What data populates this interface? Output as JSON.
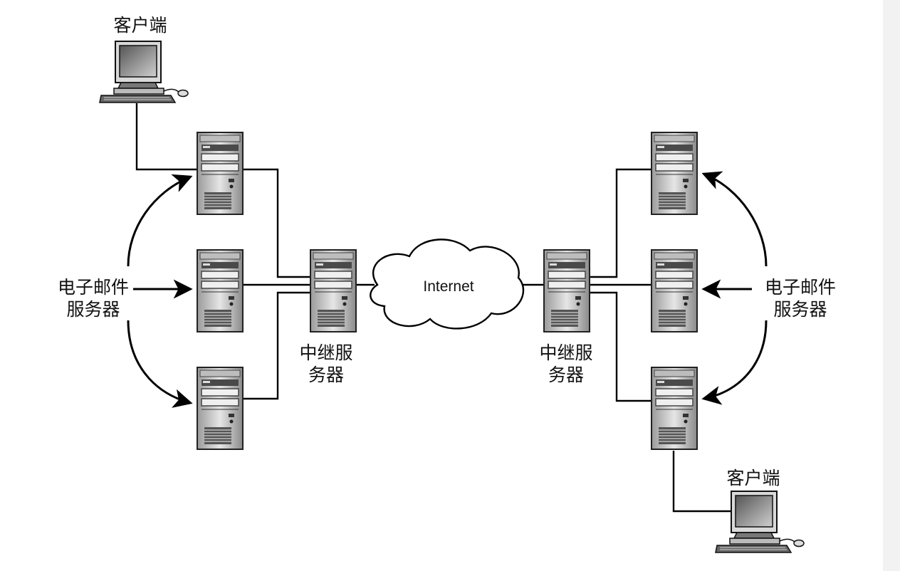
{
  "labels": {
    "client_top": "客户端",
    "client_bottom": "客户端",
    "mail_servers_left": "电子邮件服务器",
    "mail_servers_right": "电子邮件服务器",
    "relay_left": "中继服务器",
    "relay_right": "中继服务器",
    "internet": "Internet"
  },
  "colors": {
    "line": "#000000",
    "device_dark": "#333333",
    "device_light": "#d8d8d8",
    "background": "#ffffff"
  }
}
